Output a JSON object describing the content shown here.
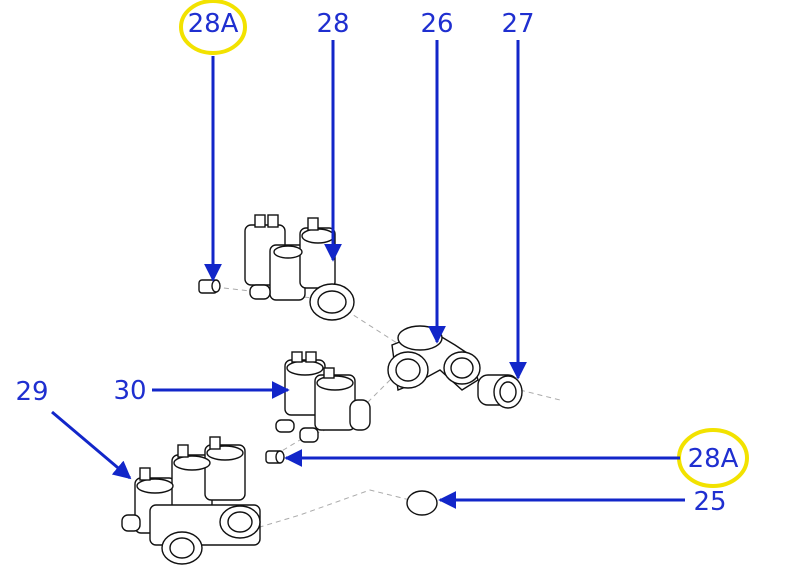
{
  "labels": {
    "l28a_top": "28A",
    "l28": "28",
    "l26": "26",
    "l27": "27",
    "l29": "29",
    "l30": "30",
    "l28a_right": "28A",
    "l25": "25"
  },
  "colors": {
    "label": "#1f2fd0",
    "arrow": "#1226c9",
    "highlight": "#f2e200"
  }
}
